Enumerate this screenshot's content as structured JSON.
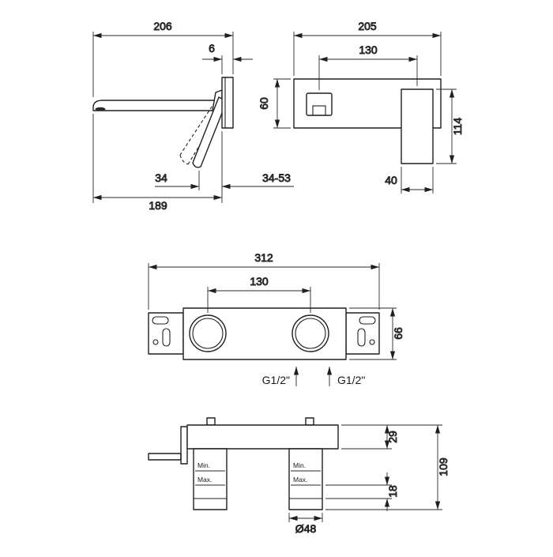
{
  "side_view": {
    "dim_206": "206",
    "dim_6": "6",
    "dim_34": "34",
    "dim_34_53": "34-53",
    "dim_189": "189"
  },
  "front_view": {
    "dim_205": "205",
    "dim_130": "130",
    "dim_60": "60",
    "dim_114": "114",
    "dim_40": "40"
  },
  "plate_view": {
    "dim_312": "312",
    "dim_130": "130",
    "dim_66": "66",
    "inlet_left": "G1/2\"",
    "inlet_right": "G1/2\""
  },
  "install_view": {
    "min_left": "Min.",
    "max_left": "Max.",
    "min_right": "Min.",
    "max_right": "Max.",
    "dim_29": "29",
    "dim_109": "109",
    "dim_18": "18",
    "dim_diameter": "Ø48"
  }
}
